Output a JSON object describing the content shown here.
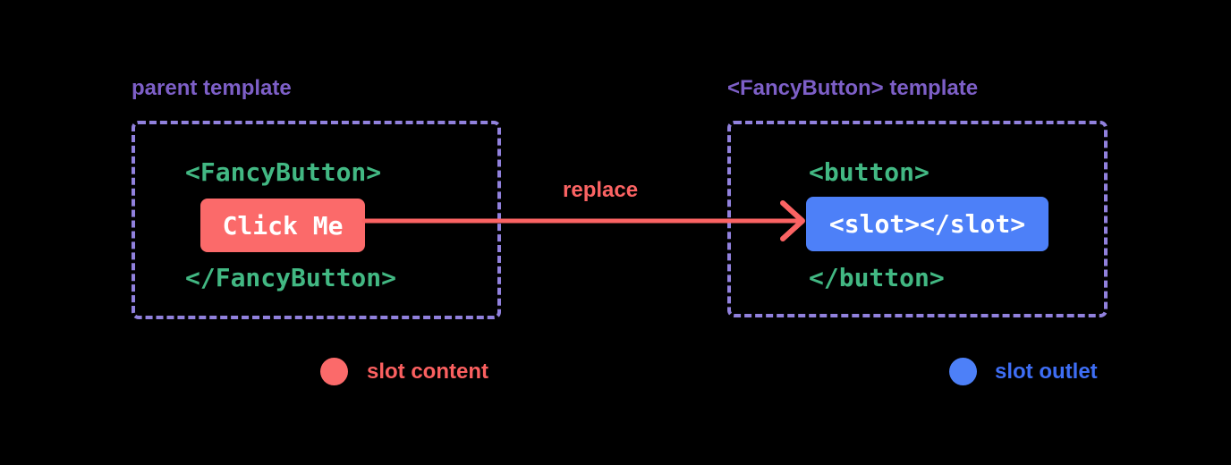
{
  "diagram": {
    "left_panel": {
      "title": "parent template",
      "open_tag": "<FancyButton>",
      "button_label": "Click Me",
      "close_tag": "</FancyButton>"
    },
    "arrow": {
      "label": "replace"
    },
    "right_panel": {
      "title": "<FancyButton> template",
      "open_tag": "<button>",
      "slot_code": "<slot></slot>",
      "close_tag": "</button>"
    },
    "legend": {
      "items": [
        {
          "label": "slot content",
          "color": "#fb6a6a"
        },
        {
          "label": "slot outlet",
          "color": "#4d80f8"
        }
      ]
    },
    "colors": {
      "background": "#000000",
      "label_purple": "#7d5fc7",
      "border_purple": "#9181dd",
      "code_green": "#42b883",
      "accent_red": "#fb6363",
      "button_red_fill": "#fb6a6a",
      "accent_blue": "#4d80f8",
      "legend_blue_text": "#3e6ef5",
      "chip_text_white": "#ffffff"
    }
  }
}
